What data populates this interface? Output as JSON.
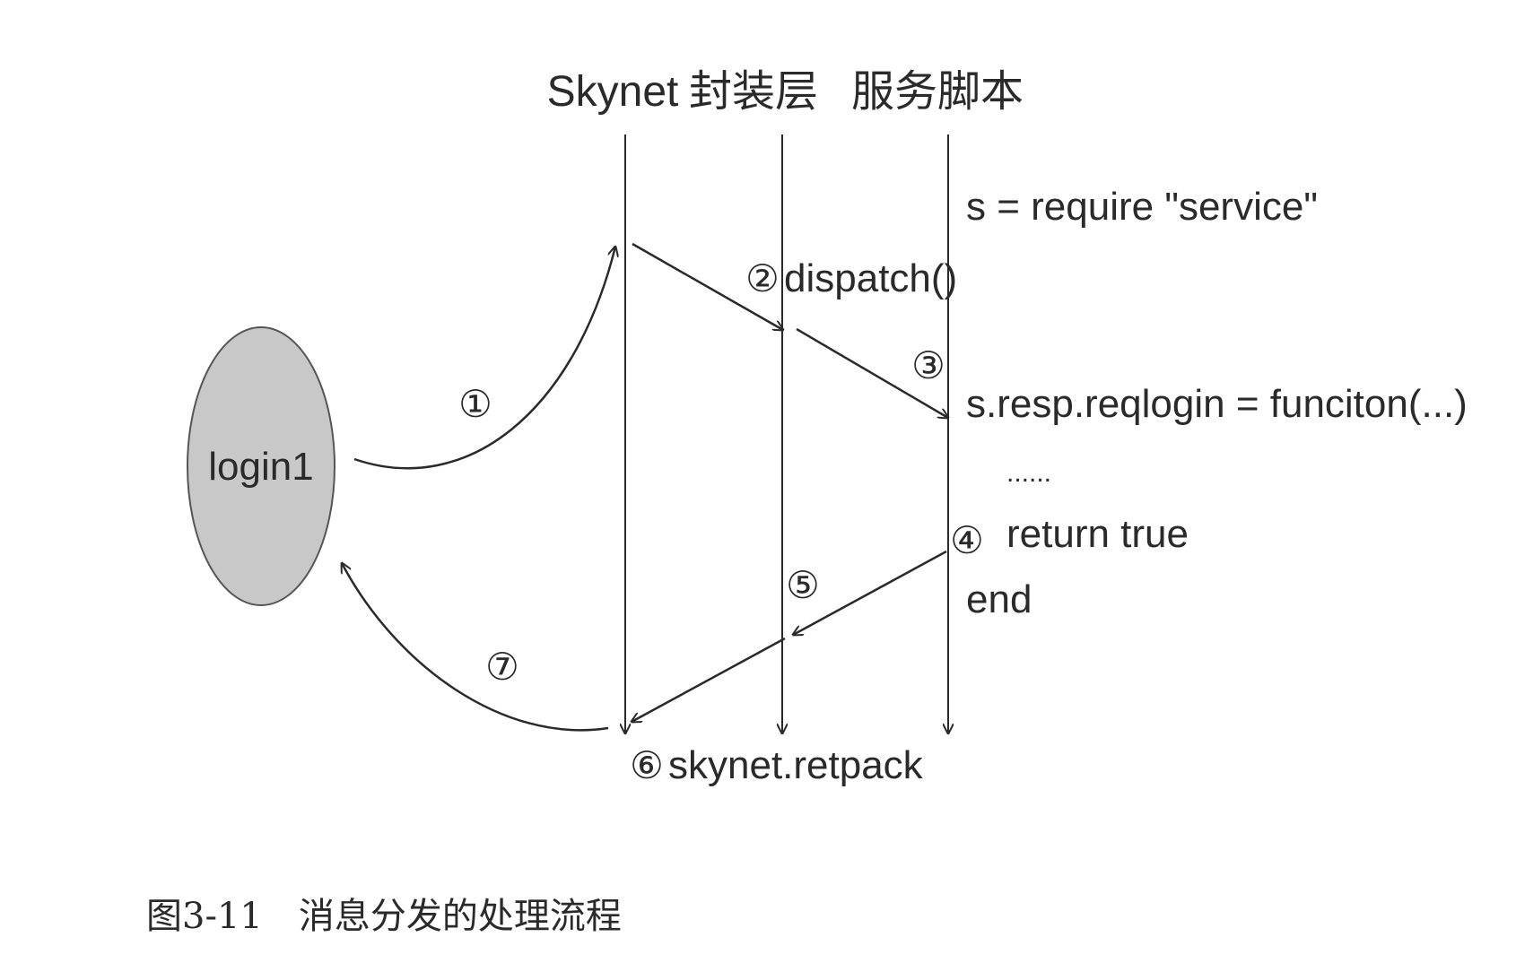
{
  "lanes": [
    "Skynet",
    "封装层",
    "服务脚本"
  ],
  "node": {
    "label": "login1"
  },
  "steps": [
    "①",
    "②",
    "③",
    "④",
    "⑤",
    "⑥",
    "⑦"
  ],
  "labels": {
    "dispatch": "dispatch()",
    "retpack": "skynet.retpack"
  },
  "code": [
    "s = require \"service\"",
    "s.resp.reqlogin = funciton(...)",
    "......",
    "return true",
    "end"
  ],
  "caption": "图3-11　消息分发的处理流程",
  "colors": {
    "line": "#2a2a2a",
    "node_fill": "#c8c8c8",
    "node_stroke": "#555555"
  }
}
